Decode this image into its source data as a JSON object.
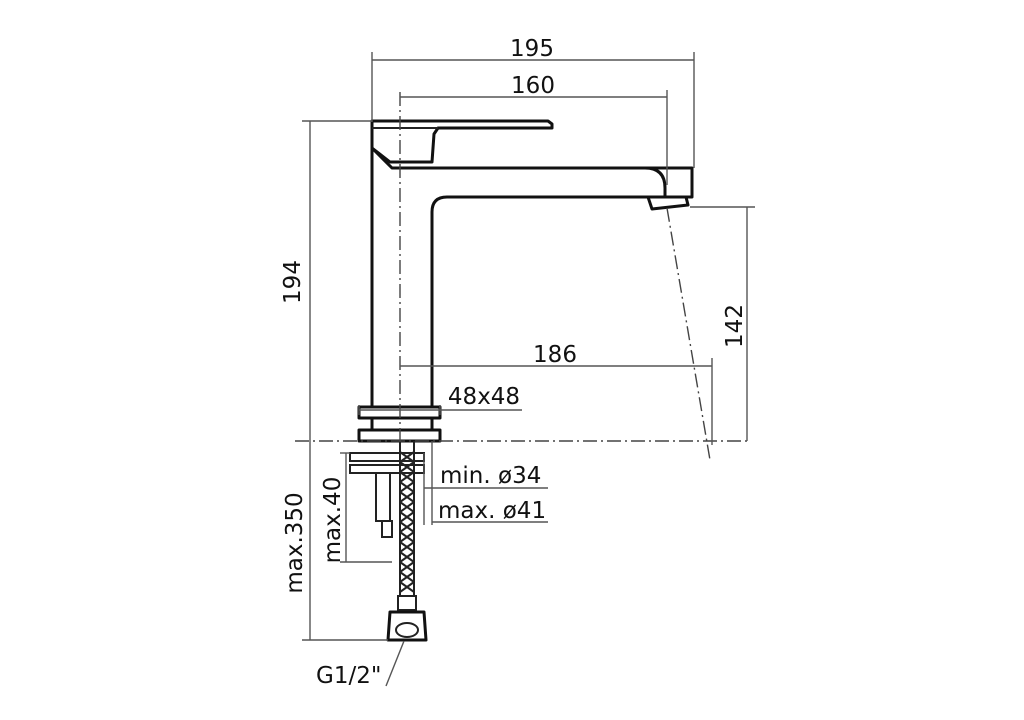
{
  "dimensions": {
    "overall_length": "195",
    "spout_reach": "160",
    "total_height": "194",
    "spout_height": "142",
    "body_to_outlet": "186",
    "base_size": "48x48",
    "hole_min": "min. ø34",
    "hole_max": "max. ø41",
    "deck_thickness_max": "max.40",
    "hose_length_max": "max.350",
    "connection_thread": "G1/2\""
  }
}
